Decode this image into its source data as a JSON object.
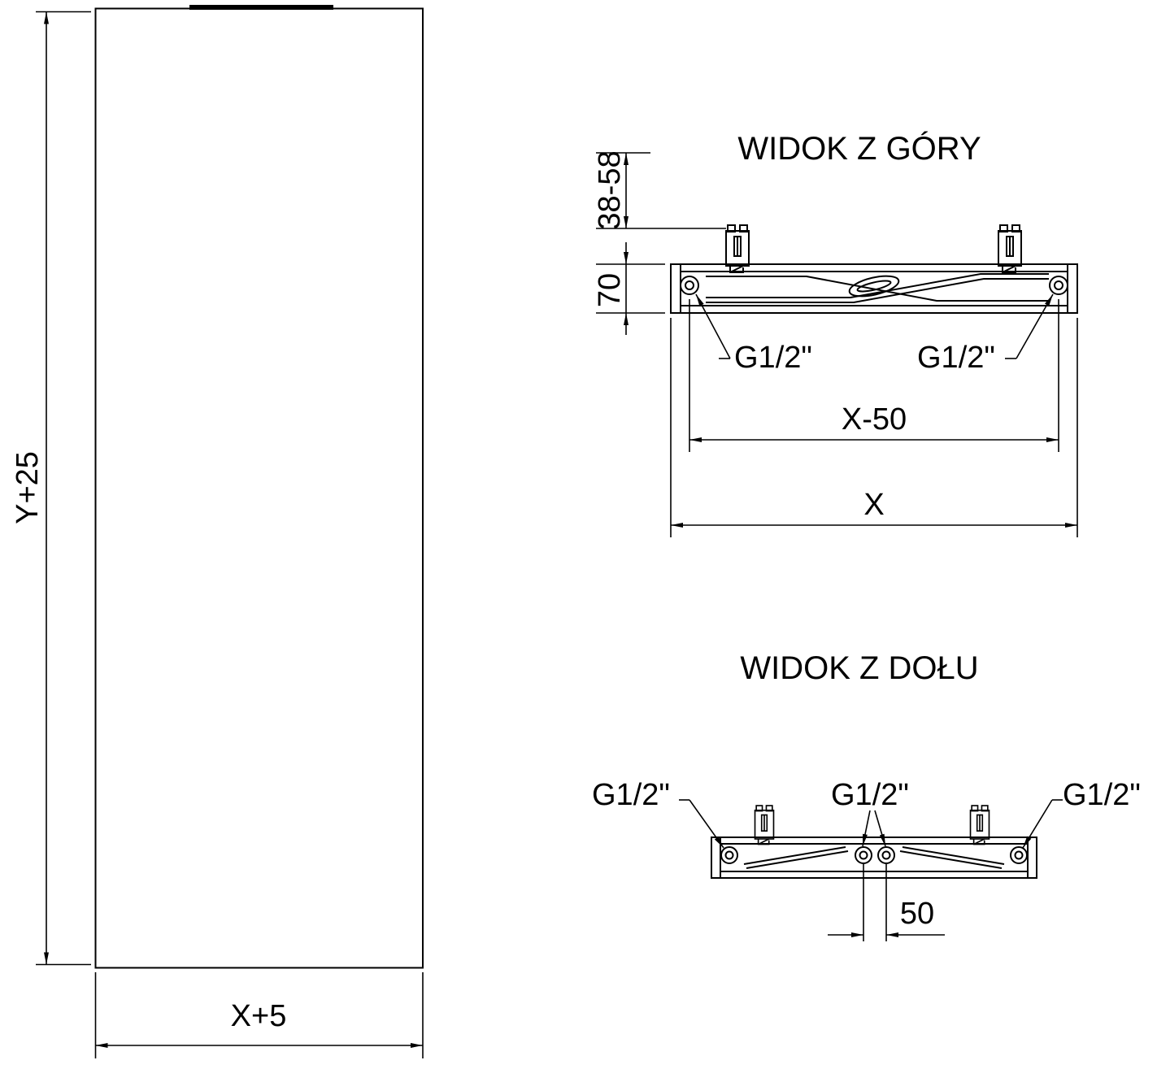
{
  "colors": {
    "ink": "#000000",
    "background": "#ffffff"
  },
  "front_view": {
    "height_dim": "Y+25",
    "width_dim": "X+5"
  },
  "top_view": {
    "title": "WIDOK Z GÓRY",
    "bracket_depth_dim": "38-58",
    "profile_depth_dim": "70",
    "left_connection_label": "G1/2\"",
    "right_connection_label": "G1/2\"",
    "connection_spacing_dim": "X-50",
    "overall_width_dim": "X"
  },
  "bottom_view": {
    "title": "WIDOK Z DOŁU",
    "left_connection_label": "G1/2\"",
    "center_connection_label": "G1/2\"",
    "right_connection_label": "G1/2\"",
    "center_spacing_dim": "50"
  }
}
